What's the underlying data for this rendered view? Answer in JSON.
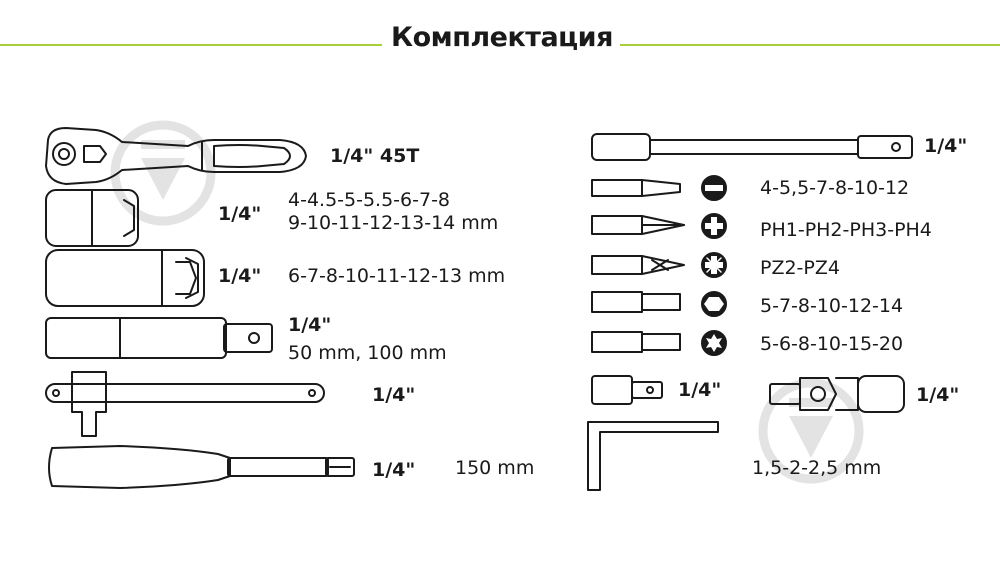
{
  "title": "Комплектация",
  "colors": {
    "accent_line": "#a8cf3a",
    "ink": "#1a1a1a",
    "watermark": "#e3e3e3"
  },
  "left": {
    "ratchet": {
      "size": "1/4\" 45T"
    },
    "short_sockets": {
      "size": "1/4\"",
      "line1": "4-4.5-5-5.5-6-7-8",
      "line2": "9-10-11-12-13-14  mm"
    },
    "deep_sockets": {
      "size": "1/4\"",
      "values": "6-7-8-10-11-12-13 mm"
    },
    "extensions": {
      "size": "1/4\"",
      "values": "50 mm, 100 mm"
    },
    "t_handle": {
      "size": "1/4\""
    },
    "screwdriver_handle": {
      "size": "1/4\"",
      "length": "150 mm"
    }
  },
  "right": {
    "flex_shaft": {
      "size": "1/4\""
    },
    "bits": [
      {
        "type": "slotted",
        "icon": "slotted-icon",
        "values": "4-5,5-7-8-10-12"
      },
      {
        "type": "phillips",
        "icon": "phillips-icon",
        "values": "PH1-PH2-PH3-PH4"
      },
      {
        "type": "pozidriv",
        "icon": "pozidriv-icon",
        "values": "PZ2-PZ4"
      },
      {
        "type": "hex",
        "icon": "hex-icon",
        "values": "5-7-8-10-12-14"
      },
      {
        "type": "torx",
        "icon": "torx-icon",
        "values": "5-6-8-10-15-20"
      }
    ],
    "bit_adapter": {
      "size": "1/4\""
    },
    "universal_joint": {
      "size": "1/4\""
    },
    "hex_keys": {
      "values": "1,5-2-2,5 mm"
    }
  }
}
